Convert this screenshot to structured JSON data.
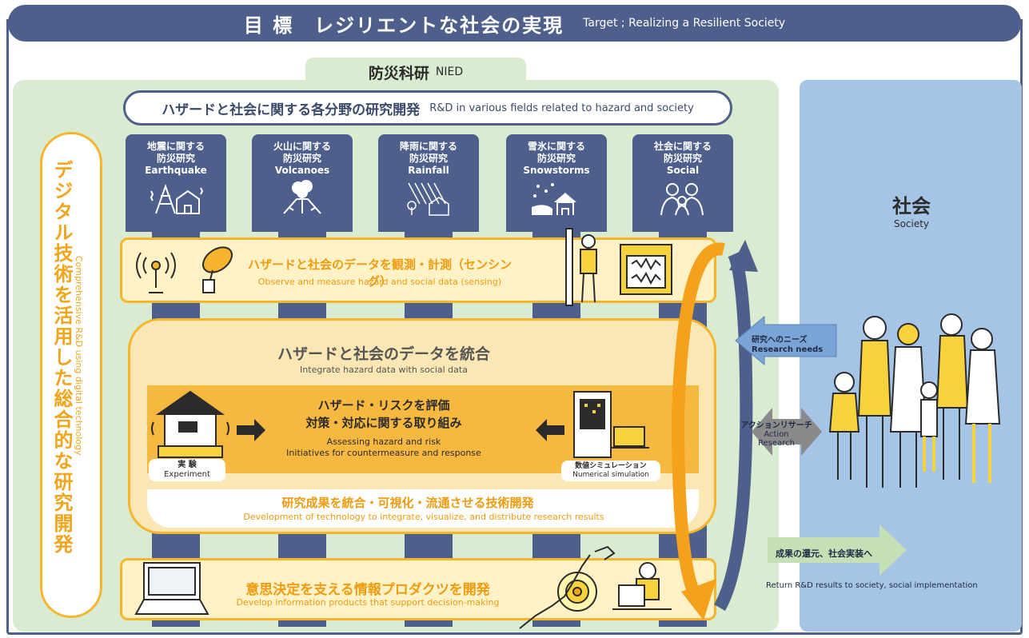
{
  "title": {
    "jp": "目 標　レジリエントな社会の実現",
    "en": "Target ; Realizing a Resilient Society"
  },
  "nied": {
    "jp": "防災科研",
    "en": "NIED"
  },
  "society": {
    "jp": "社会",
    "en": "Society"
  },
  "rd_fields": {
    "jp": "ハザードと社会に関する各分野の研究開発",
    "en": "R&D in various fields related to hazard and society"
  },
  "digital": {
    "jp": "デジタル技術を活用した総合的な研究開発",
    "en": "Comprehensive R&D using digital technology"
  },
  "columns": [
    {
      "l1": "地震に関する",
      "l2": "防災研究",
      "en": "Earthquake",
      "icon": "earthquake-icon"
    },
    {
      "l1": "火山に関する",
      "l2": "防災研究",
      "en": "Volcanoes",
      "icon": "volcano-icon"
    },
    {
      "l1": "降雨に関する",
      "l2": "防災研究",
      "en": "Rainfall",
      "icon": "rain-icon"
    },
    {
      "l1": "雪氷に関する",
      "l2": "防災研究",
      "en": "Snowstorms",
      "icon": "snow-icon"
    },
    {
      "l1": "社会に関する",
      "l2": "防災研究",
      "en": "Social",
      "icon": "people-icon"
    }
  ],
  "sensing": {
    "jp": "ハザードと社会のデータを観測・計測（センシング）",
    "en": "Observe and measure hazard and social data (sensing)"
  },
  "integrate": {
    "jp": "ハザードと社会のデータを統合",
    "en": "Integrate hazard data with social data"
  },
  "assess": {
    "jp1": "ハザード・リスクを評価",
    "jp2": "対策・対応に関する取り組み",
    "en1": "Assessing hazard and risk",
    "en2": "Initiatives for countermeasure and response"
  },
  "experiment": {
    "jp": "実 験",
    "en": "Experiment"
  },
  "simulation": {
    "jp": "数値シミュレーション",
    "en": "Numerical simulation"
  },
  "development": {
    "jp": "研究成果を統合・可視化・流通させる技術開発",
    "en": "Development of technology to integrate, visualize, and distribute research results"
  },
  "products": {
    "jp": "意思決定を支える情報プロダクツを開発",
    "en": "Develop information products that support decision-making"
  },
  "needs": {
    "jp": "研究へのニーズ",
    "en": "Research needs"
  },
  "action": {
    "jp": "アクションリサーチ",
    "en1": "Action",
    "en2": "Research"
  },
  "return": {
    "jp": "成果の還元、社会実装へ",
    "en": "Return R&D results to society, social implementation"
  },
  "colors": {
    "navy": "#4d5f8a",
    "green_bg": "#d9ebd0",
    "blue_bg": "#a6c4e5",
    "orange": "#f6b52c",
    "light_orange": "#fbe7b4"
  }
}
